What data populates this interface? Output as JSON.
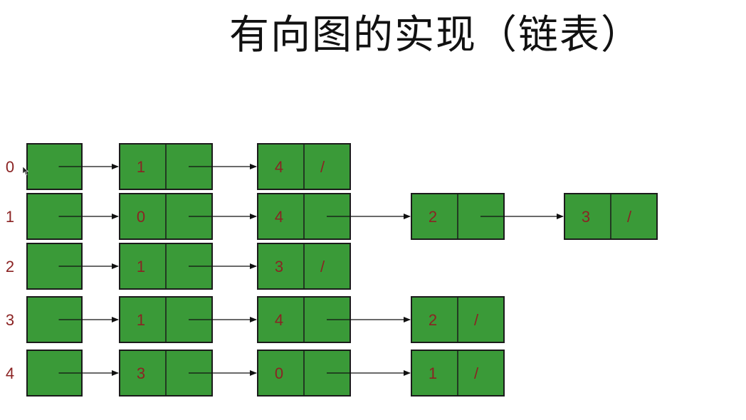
{
  "title": "有向图的实现（链表）",
  "colors": {
    "node_fill": "#3a9a38",
    "node_border": "#1b1b1b",
    "text": "#8b2323",
    "arrow": "#111111"
  },
  "rows": [
    {
      "label": "0",
      "nodes": [
        {
          "value": "1",
          "next": ""
        },
        {
          "value": "4",
          "next": "/"
        }
      ]
    },
    {
      "label": "1",
      "nodes": [
        {
          "value": "0",
          "next": ""
        },
        {
          "value": "4",
          "next": ""
        },
        {
          "value": "2",
          "next": ""
        },
        {
          "value": "3",
          "next": "/"
        }
      ]
    },
    {
      "label": "2",
      "nodes": [
        {
          "value": "1",
          "next": ""
        },
        {
          "value": "3",
          "next": "/"
        }
      ]
    },
    {
      "label": "3",
      "nodes": [
        {
          "value": "1",
          "next": ""
        },
        {
          "value": "4",
          "next": ""
        },
        {
          "value": "2",
          "next": "/"
        }
      ]
    },
    {
      "label": "4",
      "nodes": [
        {
          "value": "3",
          "next": ""
        },
        {
          "value": "0",
          "next": ""
        },
        {
          "value": "1",
          "next": "/"
        }
      ]
    }
  ]
}
